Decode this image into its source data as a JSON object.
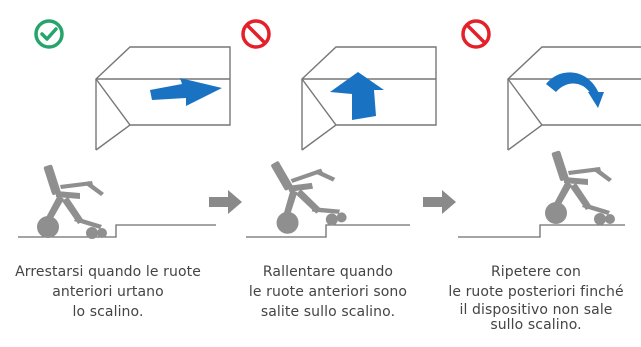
{
  "colors": {
    "ok": "#25a56a",
    "no": "#e4202a",
    "arrow": "#1a73c2",
    "box_stroke": "#777777",
    "chair": "#8f8f8f",
    "step": "#6e6e6e",
    "next_arrow": "#8a8a8a"
  },
  "steps": [
    {
      "status_icon": "check-circle-icon",
      "arrow_kind": "straight-push",
      "caption": [
        "Arrestarsi quando le ruote",
        "anteriori urtano",
        "lo scalino."
      ]
    },
    {
      "status_icon": "prohibited-icon",
      "arrow_kind": "push-up",
      "caption": [
        "Rallentare quando",
        "le ruote anteriori sono",
        "salite sullo scalino."
      ]
    },
    {
      "status_icon": "prohibited-icon",
      "arrow_kind": "curved-up",
      "caption": [
        "Ripetere con",
        "le ruote posteriori finché",
        "il dispositivo non sale",
        "sullo scalino."
      ]
    }
  ],
  "next_icon": "arrow-right-icon"
}
